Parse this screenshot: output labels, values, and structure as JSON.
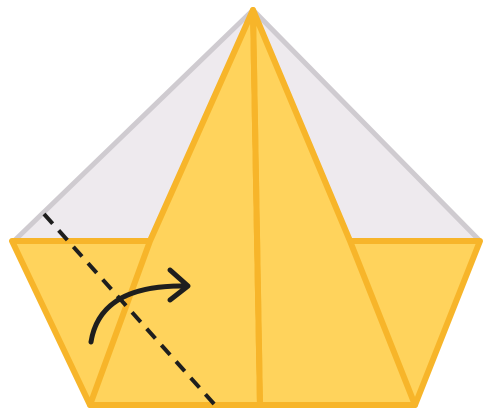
{
  "diagram": {
    "kind": "origami-fold-step",
    "subject": "paper boat",
    "fold_direction": "right",
    "fold_line_style": "dashed",
    "colors": {
      "paper": "#FFD35C",
      "paper_edge": "#F7B52A",
      "back_layer": "#EEEAEE",
      "back_layer_edge": "#CFCBD0",
      "ink": "#1E1E1E",
      "background": "#FFFFFF"
    },
    "icons": [
      "fold-line",
      "fold-arrow-icon"
    ]
  }
}
